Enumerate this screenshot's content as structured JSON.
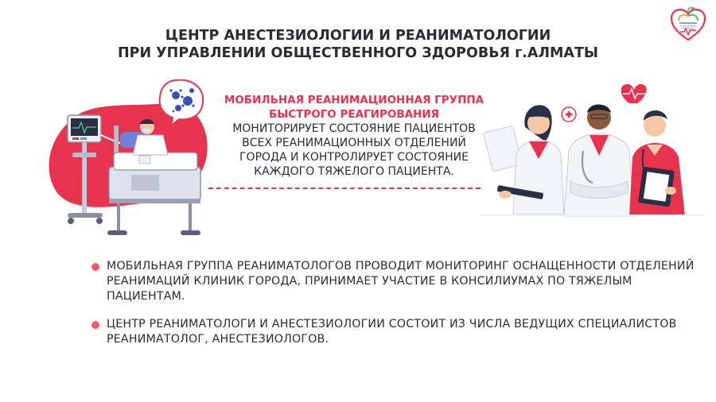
{
  "title": {
    "line1": "ЦЕНТР АНЕСТЕЗИОЛОГИИ И РЕАНИМАТОЛОГИИ",
    "line2": "ПРИ УПРАВЛЕНИИ ОБЩЕСТВЕННОГО ЗДОРОВЬЯ г.АЛМАТЫ"
  },
  "center": {
    "highlight_line1": "МОБИЛЬНАЯ РЕАНИМАЦИОННАЯ ГРУППА",
    "highlight_line2": "БЫСТРОГО РЕАГИРОВАНИЯ",
    "line1": "МОНИТОРИРУЕТ СОСТОЯНИЕ ПАЦИЕНТОВ",
    "line2": "ВСЕХ РЕАНИМАЦИОННЫХ ОТДЕЛЕНИЙ",
    "line3": "ГОРОДА И КОНТРОЛИРУЕТ СОСТОЯНИЕ",
    "line4": "КАЖДОГО ТЯЖЕЛОГО ПАЦИЕНТА."
  },
  "bullets": [
    {
      "lines": [
        "МОБИЛЬНАЯ ГРУППА РЕАНИМАТОЛОГОВ ПРОВОДИТ МОНИТОРИНГ ОСНАЩЕННОСТИ ОТДЕЛЕНИЙ",
        "РЕАНИМАЦИЙ КЛИНИК ГОРОДА, ПРИНИМАЕТ УЧАСТИЕ В КОНСИЛИУМАХ ПО ТЯЖЕЛЫМ",
        "ПАЦИЕНТАМ."
      ]
    },
    {
      "lines": [
        "ЦЕНТР РЕАНИМАТОЛОГИ И АНЕСТЕЗИОЛОГИИ СОСТОИТ ИЗ ЧИСЛА ВЕДУЩИХ СПЕЦИАЛИСТОВ",
        "РЕАНИМАТОЛОГ, АНЕСТЕЗИОЛОГОВ."
      ]
    }
  ],
  "icons": {
    "logo": "heart-apple-logo",
    "left_illustration": "hospital-bed-patient-illustration",
    "right_illustration": "medical-team-illustration",
    "virus": "virus-icon",
    "heart": "heart-icon",
    "plus": "medical-cross-icon"
  },
  "colors": {
    "accent": "#e8334f",
    "text": "#2b2b33",
    "bullet": "#ef5b66"
  }
}
